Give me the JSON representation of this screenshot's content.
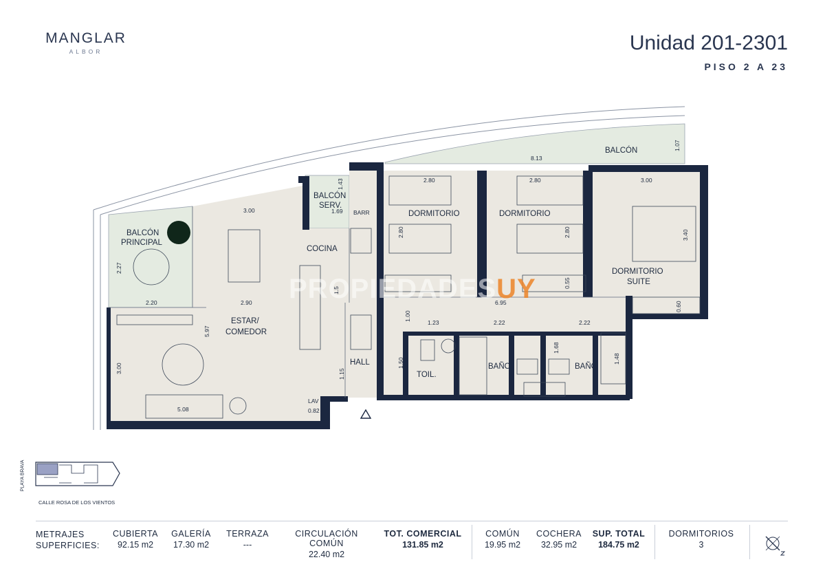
{
  "brand": {
    "name": "MANGLAR",
    "sub": "ALBOR"
  },
  "unit": {
    "title": "Unidad 201-2301",
    "floors": "PISO 2 A 23"
  },
  "rooms": {
    "balcon": "BALCÓN",
    "balcon_principal_1": "BALCÓN",
    "balcon_principal_2": "PRINCIPAL",
    "balcon_serv_1": "BALCÓN",
    "balcon_serv_2": "SERV.",
    "barr": "BARR",
    "dormitorio_1": "DORMITORIO",
    "dormitorio_2": "DORMITORIO",
    "suite_1": "DORMITORIO",
    "suite_2": "SUITE",
    "cocina": "COCINA",
    "estar_1": "ESTAR/",
    "estar_2": "COMEDOR",
    "hall": "HALL",
    "toil": "TOIL.",
    "bano_1": "BAÑO",
    "bano_2": "BAÑO",
    "lav": "LAV"
  },
  "dimensions": {
    "balcon_w": "8.13",
    "balcon_h": "1.07",
    "serv_h": "1.43",
    "serv_w": "1.69",
    "d1_w": "2.80",
    "d1_h": "2.80",
    "d2_w": "2.80",
    "d2_h": "2.80",
    "d2_small": "0.55",
    "suite_w": "3.00",
    "suite_h": "3.40",
    "suite_small": "0.60",
    "estar_top": "3.00",
    "estar_mid": "2.90",
    "estar_h": "5.97",
    "principal_w": "2.20",
    "principal_h": "2.27",
    "living_h": "3.00",
    "sofa_w": "5.08",
    "hall_w": "6.95",
    "hall_h": "1.00",
    "toil_w": "1.23",
    "bano1_w": "2.22",
    "bano2_w": "2.22",
    "bano_h": "1.68",
    "bano2_h": "1.48",
    "hall_v": "1.15",
    "toil_h": "1.50",
    "lav_w": "0.82",
    "cocina_small": "1.5"
  },
  "keymap": {
    "street": "CALLE ROSA DE LOS VIENTOS",
    "beach": "PLAYA BRAVA"
  },
  "summary": {
    "label_1": "METRAJES",
    "label_2": "SUPERFICIES:",
    "cubierta": {
      "label": "CUBIERTA",
      "value": "92.15 m2"
    },
    "galeria": {
      "label": "GALERÍA",
      "value": "17.30 m2"
    },
    "terraza": {
      "label": "TERRAZA",
      "value": "---"
    },
    "circulacion": {
      "label": "CIRCULACIÓN COMÚN",
      "value": "22.40 m2"
    },
    "tot_comercial": {
      "label": "TOT. COMERCIAL",
      "value": "131.85 m2"
    },
    "comun": {
      "label": "COMÚN",
      "value": "19.95 m2"
    },
    "cochera": {
      "label": "COCHERA",
      "value": "32.95 m2"
    },
    "sup_total": {
      "label": "SUP. TOTAL",
      "value": "184.75 m2"
    },
    "dormitorios": {
      "label": "DORMITORIOS",
      "value": "3"
    }
  },
  "watermark": {
    "main": "PROPIEDADES",
    "accent": "UY"
  },
  "colors": {
    "wall": "#1b2740",
    "floor": "#ebe8e1",
    "balcony": "#e4ebe1",
    "ink": "#1e2a3f"
  }
}
